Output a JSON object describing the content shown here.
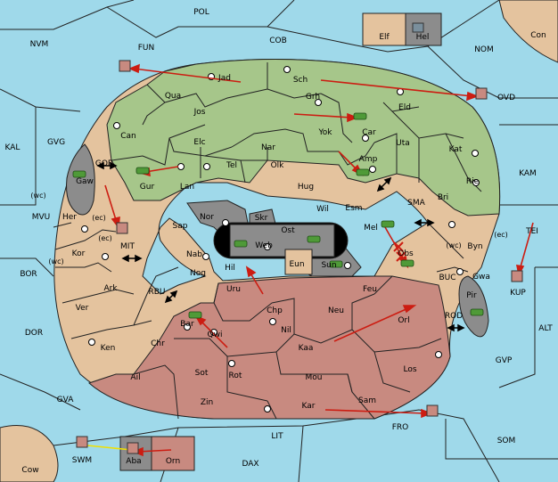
{
  "colors": {
    "sea": "#9fd9ea",
    "tan": "#e4c39e",
    "green": "#a6c68a",
    "rose": "#c88a80",
    "gray": "#8c8c8c",
    "black": "#000000",
    "arrow": "#cc1d12",
    "yellow": "#f0e000",
    "unit": "#4f9a38"
  },
  "sea_regions": [
    {
      "key": "pol",
      "label": "POL"
    },
    {
      "key": "nvm",
      "label": "NVM"
    },
    {
      "key": "fun",
      "label": "FUN"
    },
    {
      "key": "cob",
      "label": "COB"
    },
    {
      "key": "nom",
      "label": "NOM"
    },
    {
      "key": "con",
      "label": "Con"
    },
    {
      "key": "ovd",
      "label": "OVD"
    },
    {
      "key": "kal",
      "label": "KAL"
    },
    {
      "key": "gvg",
      "label": "GVG"
    },
    {
      "key": "gor",
      "label": "GOR"
    },
    {
      "key": "kam",
      "label": "KAM"
    },
    {
      "key": "sma",
      "label": "SMA"
    },
    {
      "key": "mvu",
      "label": "MVU"
    },
    {
      "key": "mit",
      "label": "MIT"
    },
    {
      "key": "tei",
      "label": "TEI"
    },
    {
      "key": "bor",
      "label": "BOR"
    },
    {
      "key": "rbu",
      "label": "RBU"
    },
    {
      "key": "buc",
      "label": "BUC"
    },
    {
      "key": "kup",
      "label": "KUP"
    },
    {
      "key": "dor",
      "label": "DOR"
    },
    {
      "key": "rod",
      "label": "ROD"
    },
    {
      "key": "alt",
      "label": "ALT"
    },
    {
      "key": "gvp",
      "label": "GVP"
    },
    {
      "key": "gva",
      "label": "GVA"
    },
    {
      "key": "fro",
      "label": "FRO"
    },
    {
      "key": "lit",
      "label": "LIT"
    },
    {
      "key": "som",
      "label": "SOM"
    },
    {
      "key": "swm",
      "label": "SWM"
    },
    {
      "key": "dax",
      "label": "DAX"
    },
    {
      "key": "cow",
      "label": "Cow"
    }
  ],
  "territories": [
    {
      "key": "elf",
      "label": "Elf"
    },
    {
      "key": "hel",
      "label": "Hel"
    },
    {
      "key": "jad",
      "label": "Jad"
    },
    {
      "key": "sch",
      "label": "Sch"
    },
    {
      "key": "qua",
      "label": "Qua"
    },
    {
      "key": "jos",
      "label": "Jos"
    },
    {
      "key": "grh",
      "label": "Grh"
    },
    {
      "key": "eld",
      "label": "Eld"
    },
    {
      "key": "can",
      "label": "Can"
    },
    {
      "key": "car",
      "label": "Car"
    },
    {
      "key": "yok",
      "label": "Yok"
    },
    {
      "key": "uta",
      "label": "Uta"
    },
    {
      "key": "elc",
      "label": "Elc"
    },
    {
      "key": "nar",
      "label": "Nar"
    },
    {
      "key": "kat",
      "label": "Kat"
    },
    {
      "key": "amp",
      "label": "Amp"
    },
    {
      "key": "tel",
      "label": "Tel"
    },
    {
      "key": "olk",
      "label": "Olk"
    },
    {
      "key": "gaw",
      "label": "Gaw"
    },
    {
      "key": "gur",
      "label": "Gur"
    },
    {
      "key": "lan",
      "label": "Lan"
    },
    {
      "key": "hug",
      "label": "Hug"
    },
    {
      "key": "rie",
      "label": "Rie"
    },
    {
      "key": "bri",
      "label": "Bri"
    },
    {
      "key": "wil",
      "label": "Wil"
    },
    {
      "key": "esm",
      "label": "Esm"
    },
    {
      "key": "nor",
      "label": "Nor"
    },
    {
      "key": "skr",
      "label": "Skr"
    },
    {
      "key": "her",
      "label": "Her"
    },
    {
      "key": "sap",
      "label": "Sap"
    },
    {
      "key": "ost",
      "label": "Ost"
    },
    {
      "key": "mel",
      "label": "Mel"
    },
    {
      "key": "web",
      "label": "Web"
    },
    {
      "key": "byn",
      "label": "Byn"
    },
    {
      "key": "kor",
      "label": "Kor"
    },
    {
      "key": "nab",
      "label": "Nab"
    },
    {
      "key": "obs",
      "label": "Obs"
    },
    {
      "key": "eun",
      "label": "Eun"
    },
    {
      "key": "hil",
      "label": "Hil"
    },
    {
      "key": "sun",
      "label": "Sun"
    },
    {
      "key": "gwa",
      "label": "Gwa"
    },
    {
      "key": "nog",
      "label": "Nog"
    },
    {
      "key": "ark",
      "label": "Ark"
    },
    {
      "key": "uru",
      "label": "Uru"
    },
    {
      "key": "feu",
      "label": "Feu"
    },
    {
      "key": "pir",
      "label": "Pir"
    },
    {
      "key": "ver",
      "label": "Ver"
    },
    {
      "key": "chp",
      "label": "Chp"
    },
    {
      "key": "neu",
      "label": "Neu"
    },
    {
      "key": "orl",
      "label": "Orl"
    },
    {
      "key": "bar",
      "label": "Bar"
    },
    {
      "key": "qwi",
      "label": "Qwi"
    },
    {
      "key": "nil",
      "label": "Nil"
    },
    {
      "key": "chr",
      "label": "Chr"
    },
    {
      "key": "ken",
      "label": "Ken"
    },
    {
      "key": "kaa",
      "label": "Kaa"
    },
    {
      "key": "ail",
      "label": "Ail"
    },
    {
      "key": "sot",
      "label": "Sot"
    },
    {
      "key": "rot",
      "label": "Rot"
    },
    {
      "key": "mou",
      "label": "Mou"
    },
    {
      "key": "los",
      "label": "Los"
    },
    {
      "key": "sam",
      "label": "Sam"
    },
    {
      "key": "zin",
      "label": "Zin"
    },
    {
      "key": "kar",
      "label": "Kar"
    },
    {
      "key": "aba",
      "label": "Aba"
    },
    {
      "key": "orn",
      "label": "Orn"
    }
  ],
  "coast_markers": [
    {
      "key": "wc1",
      "label": "(wc)"
    },
    {
      "key": "ec1",
      "label": "(ec)"
    },
    {
      "key": "ec2",
      "label": "(ec)"
    },
    {
      "key": "wc2",
      "label": "(wc)"
    },
    {
      "key": "wc3",
      "label": "(wc)"
    },
    {
      "key": "ec3",
      "label": "(ec)"
    }
  ]
}
